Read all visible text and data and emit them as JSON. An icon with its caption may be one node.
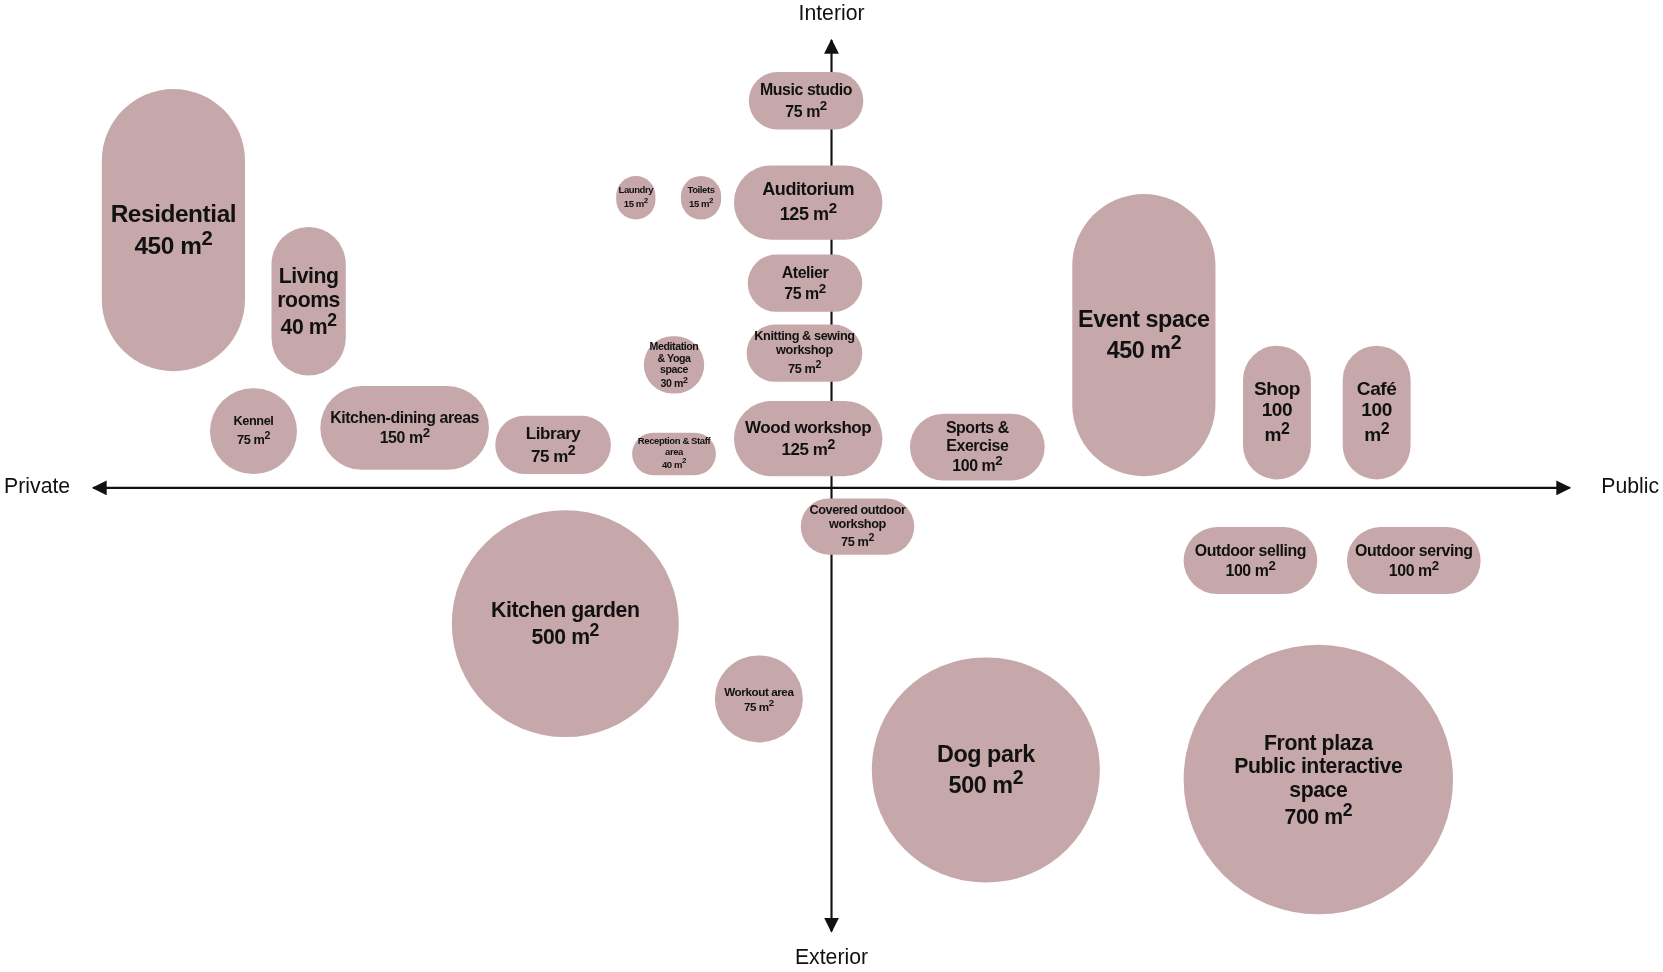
{
  "diagram": {
    "nodes": [
      {
        "text": [
          "Music studio",
          "75 m$^{2}$"
        ]
      },
      {
        "text": [
          "Laundry",
          "15 m$^{2}$"
        ]
      },
      {
        "text": [
          "Toilets",
          "15 m$^{2}$"
        ]
      },
      {
        "text": [
          "Auditorium",
          "125 m$^{2}$"
        ]
      },
      {
        "text": [
          "Residential",
          "450 m$^{2}$"
        ]
      },
      {
        "text": [
          "Living rooms",
          "40 m$^{2}$"
        ]
      },
      {
        "text": [
          "Atelier",
          "75 m$^{2}$"
        ]
      },
      {
        "text": [
          "Event space",
          "450 m$^{2}$"
        ]
      },
      {
        "text": [
          "Meditation & Yoga space",
          "30 m$^{2}$"
        ]
      },
      {
        "text": [
          "Knitting & sewing workshop",
          "75 m$^{2}$"
        ]
      },
      {
        "text": [
          "Shop",
          "100 m$^{2}$"
        ]
      },
      {
        "text": [
          "Café",
          "100 m$^{2}$"
        ]
      },
      {
        "text": [
          "Kennel",
          "75 m$^{2}$"
        ]
      },
      {
        "text": [
          "Kitchen-dining areas",
          "150 m$^{2}$"
        ]
      },
      {
        "text": [
          "Library",
          "75 m$^{2}$"
        ]
      },
      {
        "text": [
          "Reception & Staff area",
          "40 m$^{2}$"
        ]
      },
      {
        "text": [
          "Wood workshop",
          "125 m$^{2}$"
        ]
      },
      {
        "text": [
          "Sports & Exercise",
          "100 m$^{2}$"
        ]
      },
      {
        "text": [
          "Covered outdoor workshop",
          "75 m$^{2}$"
        ]
      },
      {
        "text": [
          "Outdoor selling",
          "100 m$^{2}$"
        ]
      },
      {
        "text": [
          "Outdoor serving",
          "100 m$^{2}$"
        ]
      },
      {
        "text": [
          "Kitchen garden",
          "500 m$^{2}$"
        ]
      },
      {
        "text": [
          "Workout area",
          "75 m$^{2}$"
        ]
      },
      {
        "text": [
          "Dog park",
          "500 m$^{2}$"
        ]
      },
      {
        "text": [
          "Front plaza",
          "Public interactive space",
          "700 m$^{2}$"
        ]
      }
    ],
    "labels": [
      "Interior",
      "Private",
      "Public",
      "Exterior"
    ]
  }
}
